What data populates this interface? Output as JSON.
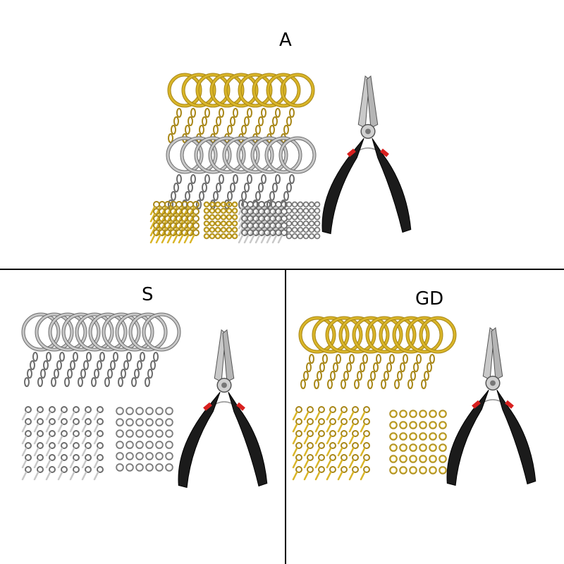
{
  "panels": {
    "a": {
      "label": "A"
    },
    "s": {
      "label": "S"
    },
    "gd": {
      "label": "GD"
    }
  },
  "colors": {
    "gold": "#d9b528",
    "gold_dark": "#a88718",
    "silver": "#9b9b9b",
    "silver_dark": "#6d6d6d",
    "handle": "#1b1b1b",
    "accent_red": "#d8201f"
  },
  "items": {
    "a": [
      "gold-keyrings-with-chain",
      "silver-keyrings-with-chain",
      "gold-eye-pins",
      "gold-jump-rings",
      "silver-eye-pins",
      "silver-jump-rings",
      "pliers"
    ],
    "s": [
      "silver-keyrings-with-chain",
      "silver-eye-pins",
      "silver-jump-rings",
      "pliers"
    ],
    "gd": [
      "gold-keyrings-with-chain",
      "gold-eye-pins",
      "gold-jump-rings",
      "pliers"
    ]
  }
}
